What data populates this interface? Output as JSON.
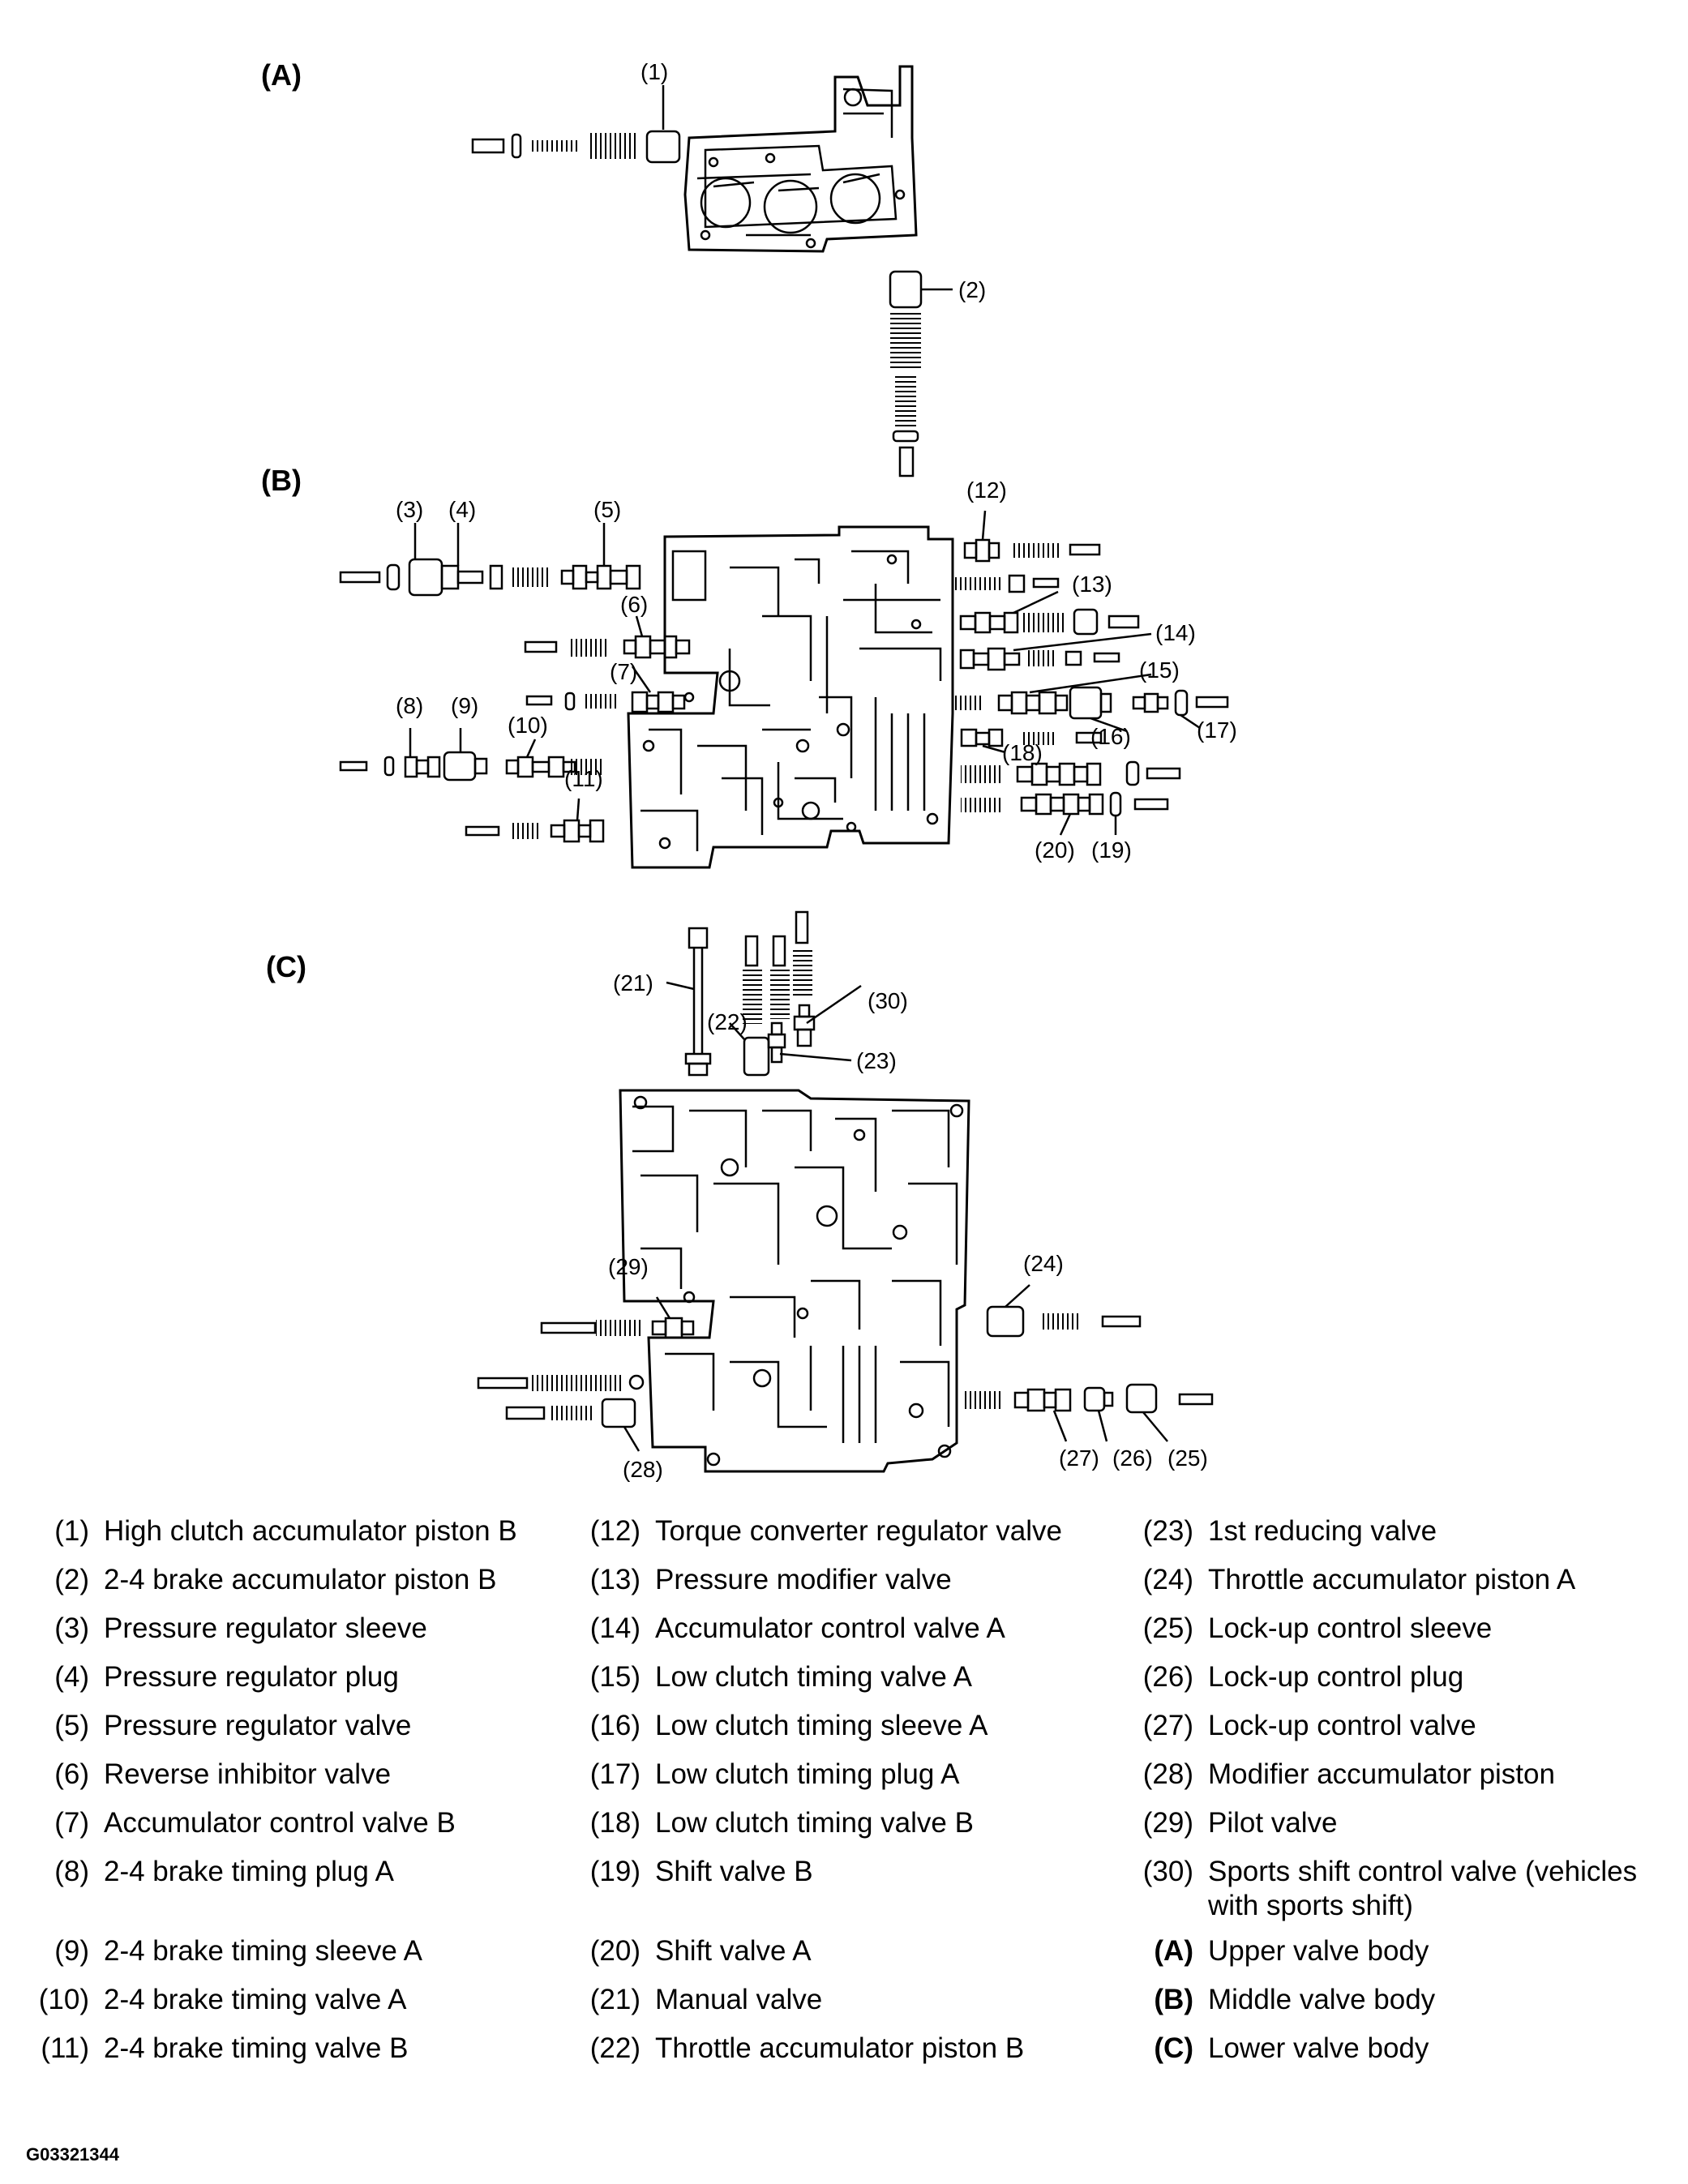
{
  "sections": [
    {
      "id": "A",
      "label": "(A)"
    },
    {
      "id": "B",
      "label": "(B)"
    },
    {
      "id": "C",
      "label": "(C)"
    }
  ],
  "callouts": [
    "(1)",
    "(2)",
    "(3)",
    "(4)",
    "(5)",
    "(6)",
    "(7)",
    "(8)",
    "(9)",
    "(10)",
    "(11)",
    "(12)",
    "(13)",
    "(14)",
    "(15)",
    "(16)",
    "(17)",
    "(18)",
    "(19)",
    "(20)",
    "(21)",
    "(22)",
    "(23)",
    "(24)",
    "(25)",
    "(26)",
    "(27)",
    "(28)",
    "(29)",
    "(30)"
  ],
  "legend": {
    "col1": [
      {
        "num": "(1)",
        "text": "High clutch accumulator piston B"
      },
      {
        "num": "(2)",
        "text": "2-4 brake accumulator piston B"
      },
      {
        "num": "(3)",
        "text": "Pressure regulator sleeve"
      },
      {
        "num": "(4)",
        "text": "Pressure regulator plug"
      },
      {
        "num": "(5)",
        "text": "Pressure regulator valve"
      },
      {
        "num": "(6)",
        "text": "Reverse inhibitor valve"
      },
      {
        "num": "(7)",
        "text": "Accumulator control valve B"
      },
      {
        "num": "(8)",
        "text": "2-4 brake timing plug A"
      },
      {
        "num": "(9)",
        "text": "2-4 brake timing sleeve A"
      },
      {
        "num": "(10)",
        "text": "2-4 brake timing valve A"
      },
      {
        "num": "(11)",
        "text": "2-4 brake timing valve B"
      }
    ],
    "col2": [
      {
        "num": "(12)",
        "text": "Torque converter regulator valve"
      },
      {
        "num": "(13)",
        "text": "Pressure modifier valve"
      },
      {
        "num": "(14)",
        "text": "Accumulator control valve A"
      },
      {
        "num": "(15)",
        "text": "Low clutch timing valve A"
      },
      {
        "num": "(16)",
        "text": "Low clutch timing sleeve A"
      },
      {
        "num": "(17)",
        "text": "Low clutch timing plug A"
      },
      {
        "num": "(18)",
        "text": "Low clutch timing valve B"
      },
      {
        "num": "(19)",
        "text": "Shift valve B"
      },
      {
        "num": "(20)",
        "text": "Shift valve A"
      },
      {
        "num": "(21)",
        "text": "Manual valve"
      },
      {
        "num": "(22)",
        "text": "Throttle accumulator piston B"
      }
    ],
    "col3": [
      {
        "num": "(23)",
        "text": "1st reducing valve"
      },
      {
        "num": "(24)",
        "text": "Throttle accumulator piston A"
      },
      {
        "num": "(25)",
        "text": "Lock-up control sleeve"
      },
      {
        "num": "(26)",
        "text": "Lock-up control plug"
      },
      {
        "num": "(27)",
        "text": "Lock-up control valve"
      },
      {
        "num": "(28)",
        "text": "Modifier accumulator piston"
      },
      {
        "num": "(29)",
        "text": "Pilot valve"
      },
      {
        "num": "(30)",
        "text": "Sports shift control valve (vehicles with sports shift)"
      },
      {
        "num": "(A)",
        "text": "Upper valve body",
        "bold": true
      },
      {
        "num": "(B)",
        "text": "Middle valve body",
        "bold": true
      },
      {
        "num": "(C)",
        "text": "Lower valve body",
        "bold": true
      }
    ]
  },
  "figure_id": "G03321344"
}
